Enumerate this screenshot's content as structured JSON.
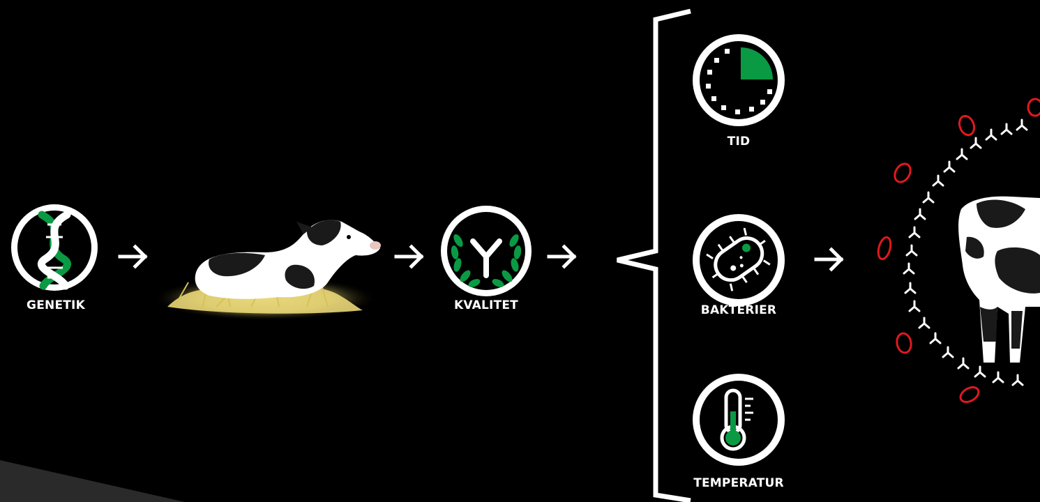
{
  "stages": {
    "genetics": {
      "label": "GENETIK"
    },
    "quality": {
      "label": "KVALITET"
    },
    "time": {
      "label": "TID"
    },
    "bacteria": {
      "label": "BAKTERIER"
    },
    "temperature": {
      "label": "TEMPERATUR"
    }
  },
  "colors": {
    "background": "#000000",
    "accent_green": "#0a9a44",
    "icon_ring": "#ffffff",
    "pathogen_red": "#e0191e"
  },
  "icons": {
    "genetics": "dna-icon",
    "quality": "antibody-laurel-icon",
    "time": "clock-icon",
    "bacteria": "bacterium-icon",
    "temperature": "thermometer-icon",
    "arrow": "arrow-right-icon"
  }
}
